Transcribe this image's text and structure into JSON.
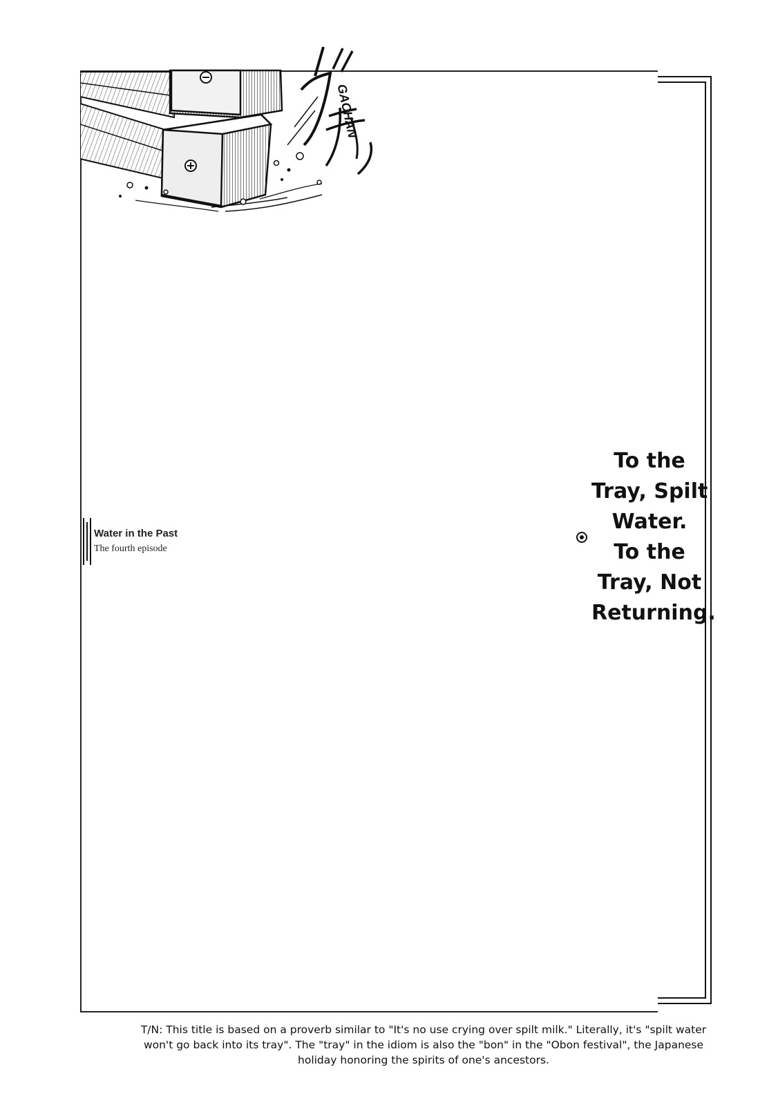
{
  "sfx": {
    "romaji": "GACHAN"
  },
  "episode": {
    "title": "Water in the Past",
    "subtitle": "The fourth episode"
  },
  "chapter_title": {
    "lines": [
      "To the",
      "Tray, Spilt",
      "Water.",
      "To the",
      "Tray, Not",
      "Returning."
    ]
  },
  "translator_note": {
    "lines": [
      "T/N: This title is based on a proverb similar to \"It's no use crying over spilt milk.\" Literally, it's \"spilt water",
      "won't go back into its tray\". The \"tray\" in the idiom is also the \"bon\" in the \"Obon festival\", the Japanese",
      "holiday honoring the spirits of one's ancestors."
    ]
  },
  "colors": {
    "ink": "#111111",
    "paper": "#ffffff"
  },
  "icons": {
    "bullet": "target-bullet-icon"
  }
}
